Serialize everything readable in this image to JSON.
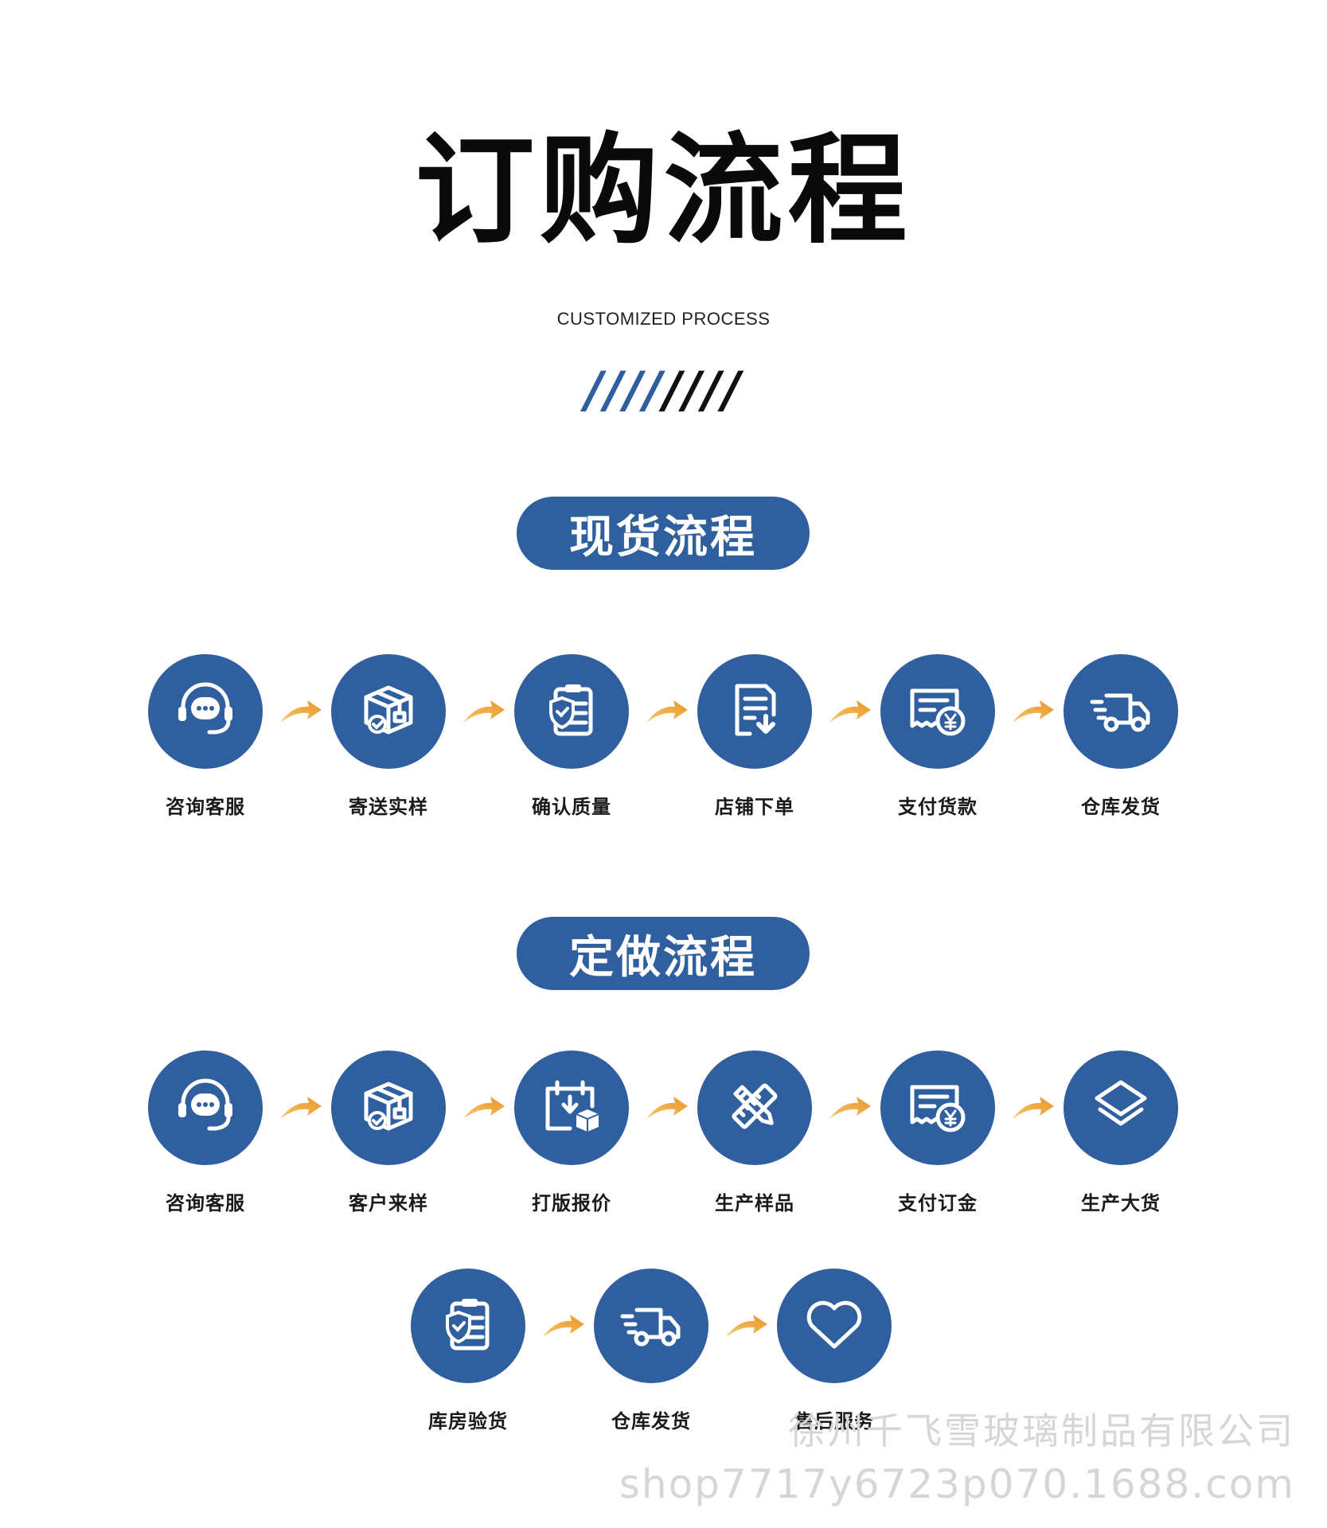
{
  "header": {
    "title": "订购流程",
    "subtitle": "CUSTOMIZED PROCESS",
    "slashes_blue": "////",
    "slashes_black": "////"
  },
  "spot_process": {
    "title": "现货流程",
    "steps": [
      {
        "label": "咨询客服",
        "icon": "headset-chat-icon"
      },
      {
        "label": "寄送实样",
        "icon": "package-check-icon"
      },
      {
        "label": "确认质量",
        "icon": "clipboard-shield-icon"
      },
      {
        "label": "店铺下单",
        "icon": "document-download-icon"
      },
      {
        "label": "支付货款",
        "icon": "receipt-yen-icon"
      },
      {
        "label": "仓库发货",
        "icon": "delivery-truck-icon"
      }
    ]
  },
  "custom_process": {
    "title": "定做流程",
    "steps": [
      {
        "label": "咨询客服",
        "icon": "headset-chat-icon"
      },
      {
        "label": "客户来样",
        "icon": "package-check-icon"
      },
      {
        "label": "打版报价",
        "icon": "calendar-box-icon"
      },
      {
        "label": "生产样品",
        "icon": "ruler-pencil-icon"
      },
      {
        "label": "支付订金",
        "icon": "receipt-yen-icon"
      },
      {
        "label": "生产大货",
        "icon": "layers-icon"
      },
      {
        "label": "库房验货",
        "icon": "clipboard-shield-icon"
      },
      {
        "label": "仓库发货",
        "icon": "delivery-truck-icon"
      },
      {
        "label": "售后服务",
        "icon": "heart-handshake-icon"
      }
    ]
  },
  "colors": {
    "accent": "#2f5f9e",
    "arrow": "#f0a93a"
  },
  "watermark": {
    "company": "徐州千飞雪玻璃制品有限公司",
    "url": "shop7717y6723p070.1688.com"
  }
}
